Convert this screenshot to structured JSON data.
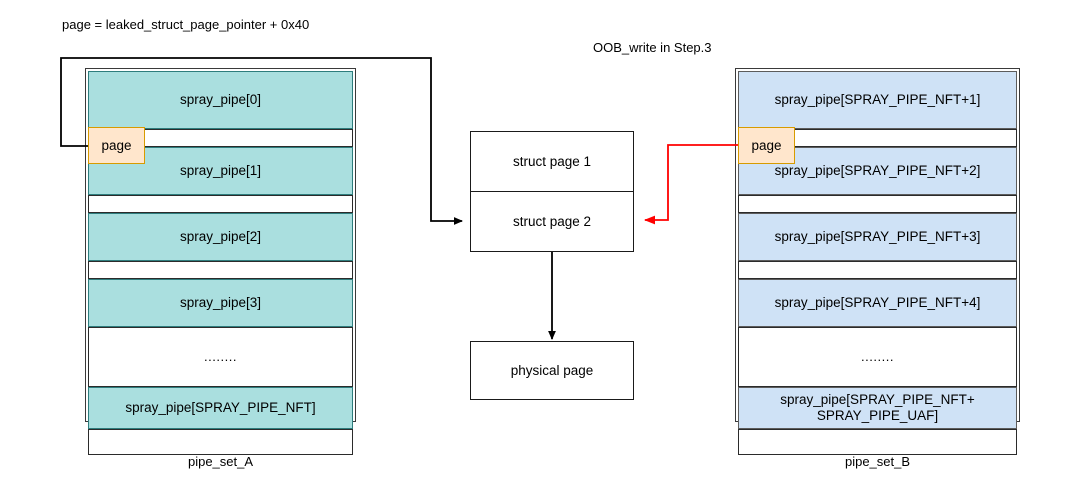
{
  "diagram": {
    "title_note": "page = leaked_struct_page_pointer + 0x40",
    "oob_note": "OOB_write in Step.3",
    "accent_teal": "#aadfdf",
    "accent_blue": "#cfe2f6",
    "accent_orange_fill": "#ffe6cc",
    "accent_orange_border": "#d79b00",
    "arrow_black": "#000000",
    "arrow_red": "#ff0000"
  },
  "pipe_set_a": {
    "caption": "pipe_set_A",
    "badge_label": "page",
    "rows": [
      {
        "label": "spray_pipe[0]",
        "kind": "teal"
      },
      {
        "label": "",
        "kind": "blank"
      },
      {
        "label": "spray_pipe[1]",
        "kind": "teal"
      },
      {
        "label": "",
        "kind": "blank"
      },
      {
        "label": "spray_pipe[2]",
        "kind": "teal"
      },
      {
        "label": "",
        "kind": "blank"
      },
      {
        "label": "spray_pipe[3]",
        "kind": "teal"
      },
      {
        "label": "........",
        "kind": "dots"
      },
      {
        "label": "spray_pipe[SPRAY_PIPE_NFT]",
        "kind": "teal"
      },
      {
        "label": "",
        "kind": "blank"
      }
    ]
  },
  "pipe_set_b": {
    "caption": "pipe_set_B",
    "badge_label": "page",
    "rows": [
      {
        "label": "spray_pipe[SPRAY_PIPE_NFT+1]",
        "kind": "blue"
      },
      {
        "label": "",
        "kind": "blank"
      },
      {
        "label": "spray_pipe[SPRAY_PIPE_NFT+2]",
        "kind": "blue"
      },
      {
        "label": "",
        "kind": "blank"
      },
      {
        "label": "spray_pipe[SPRAY_PIPE_NFT+3]",
        "kind": "blue"
      },
      {
        "label": "",
        "kind": "blank"
      },
      {
        "label": "spray_pipe[SPRAY_PIPE_NFT+4]",
        "kind": "blue"
      },
      {
        "label": "........",
        "kind": "dots"
      },
      {
        "label": "spray_pipe[SPRAY_PIPE_NFT+ SPRAY_PIPE_UAF]",
        "kind": "blue"
      },
      {
        "label": "",
        "kind": "blank"
      }
    ]
  },
  "center": {
    "struct_page_1": "struct page 1",
    "struct_page_2": "struct page 2",
    "physical_page": "physical page"
  }
}
